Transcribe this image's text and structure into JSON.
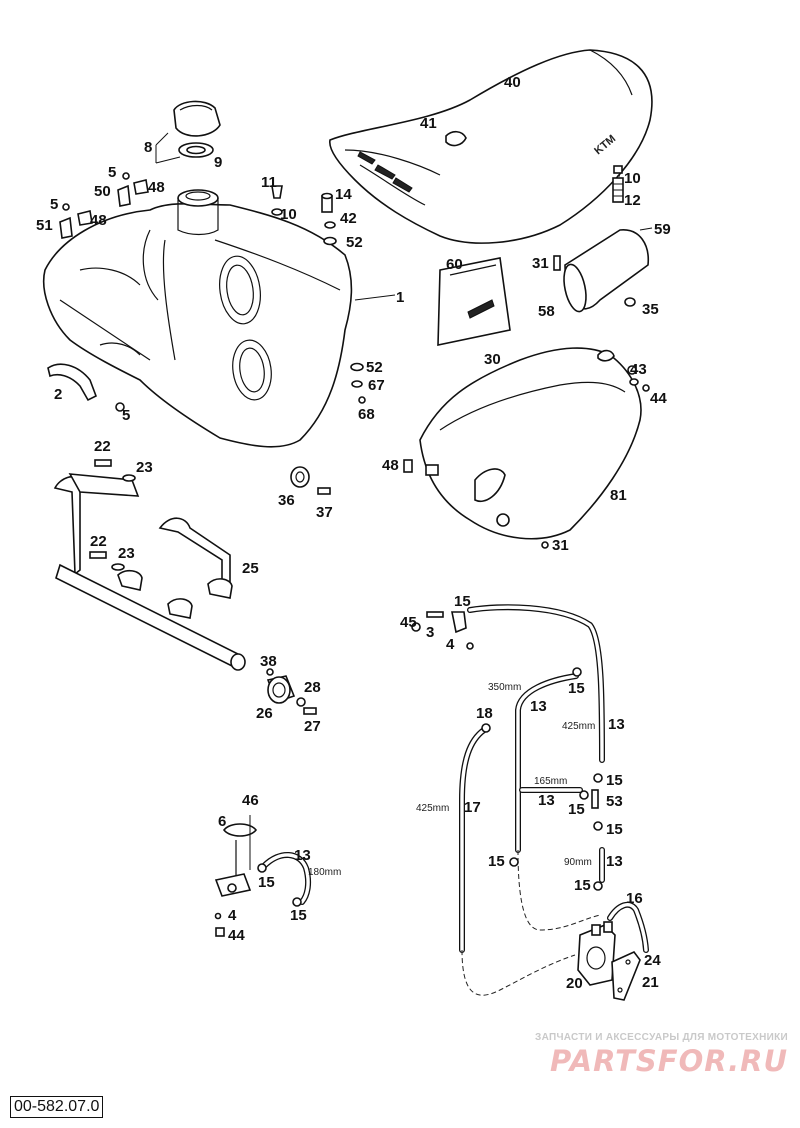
{
  "document": {
    "code": "00-582.07.0"
  },
  "watermark": {
    "line1": "ЗАПЧАСТИ И АКСЕССУАРЫ ДЛЯ МОТОТЕХНИКИ",
    "line2": "PARTSFOR.RU"
  },
  "seat_logo": "KTM",
  "callouts": {
    "c40": "40",
    "c41": "41",
    "c10a": "10",
    "c12": "12",
    "c8": "8",
    "c9": "9",
    "c5a": "5",
    "c50": "50",
    "c48a": "48",
    "c5b": "5",
    "c51": "51",
    "c48b": "48",
    "c11": "11",
    "c10b": "10",
    "c14": "14",
    "c42": "42",
    "c52a": "52",
    "c1": "1",
    "c52b": "52",
    "c67": "67",
    "c68": "68",
    "c2": "2",
    "c5c": "5",
    "c60": "60",
    "c31a": "31",
    "c59": "59",
    "c58": "58",
    "c35": "35",
    "c30": "30",
    "c43": "43",
    "c44a": "44",
    "c48c": "48",
    "c81": "81",
    "c31b": "31",
    "c22a": "22",
    "c23a": "23",
    "c36": "36",
    "c37": "37",
    "c22b": "22",
    "c23b": "23",
    "c25": "25",
    "c38": "38",
    "c28": "28",
    "c26": "26",
    "c27": "27",
    "c15a": "15",
    "c45": "45",
    "c3": "3",
    "c4a": "4",
    "c15b": "15",
    "c13a": "13",
    "c13b": "13",
    "c18": "18",
    "c17": "17",
    "c15c": "15",
    "c13c": "13",
    "c53": "53",
    "c15d": "15",
    "c15e": "15",
    "c15f": "15",
    "c13d": "13",
    "c15g": "15",
    "c16": "16",
    "c24": "24",
    "c20": "20",
    "c21": "21",
    "c46": "46",
    "c6": "6",
    "c13e": "13",
    "c15h": "15",
    "c15i": "15",
    "c4b": "4",
    "c44b": "44"
  },
  "dimensions": {
    "d350": "350mm",
    "d425a": "425mm",
    "d425b": "425mm",
    "d165": "165mm",
    "d90": "90mm",
    "d180": "180mm"
  }
}
